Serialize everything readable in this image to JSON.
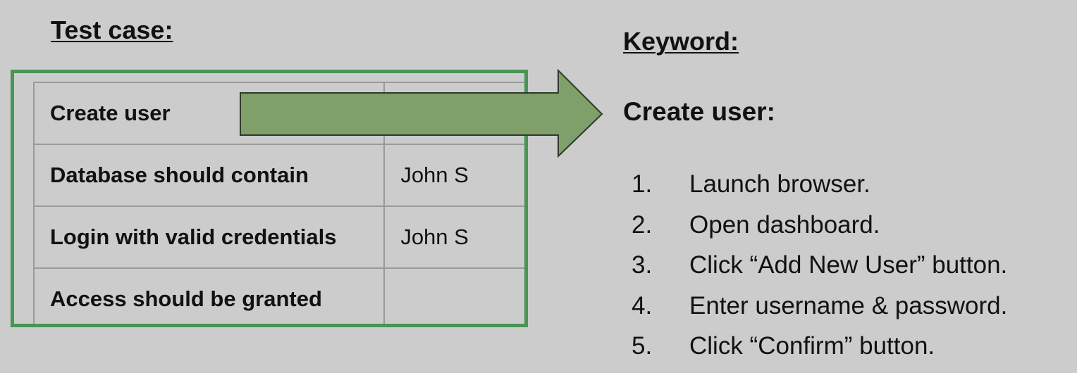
{
  "test_case": {
    "heading": "Test case:",
    "rows": [
      {
        "label": "Create user",
        "value": ""
      },
      {
        "label": "Database should contain",
        "value": "John S"
      },
      {
        "label": "Login with valid credentials",
        "value": "John S"
      },
      {
        "label": "Access should be granted",
        "value": ""
      }
    ]
  },
  "keyword": {
    "heading": "Keyword:",
    "title": "Create user:",
    "steps": [
      {
        "num": "1.",
        "text": "Launch browser."
      },
      {
        "num": "2.",
        "text": "Open dashboard."
      },
      {
        "num": "3.",
        "text": "Click “Add New User” button."
      },
      {
        "num": "4.",
        "text": "Enter username & password."
      },
      {
        "num": "5.",
        "text": "Click “Confirm” button."
      }
    ]
  },
  "colors": {
    "background": "#cccccc",
    "frame_green": "#4a9455",
    "arrow_fill": "#7f9f6b",
    "arrow_stroke": "#2d3a28"
  }
}
